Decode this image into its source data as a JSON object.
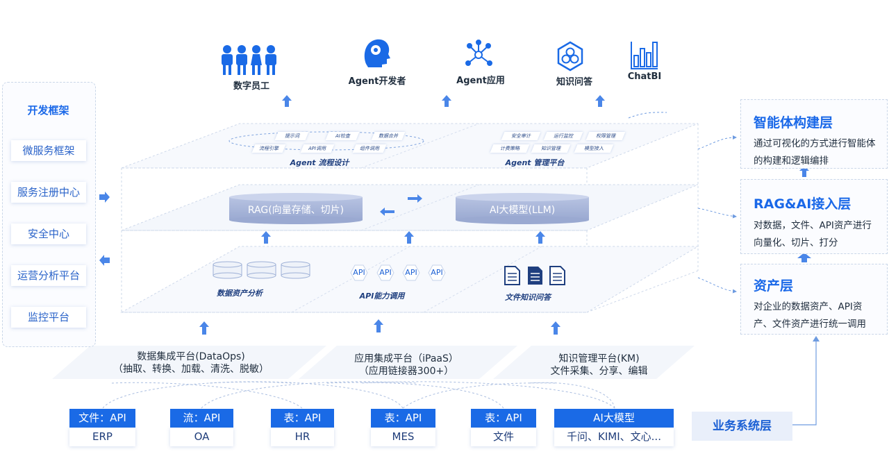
{
  "top_outputs": [
    {
      "label": "数字员工",
      "icon": "digital-employee-icon"
    },
    {
      "label": "Agent开发者",
      "icon": "developer-head-icon"
    },
    {
      "label": "Agent应用",
      "icon": "network-nodes-icon"
    },
    {
      "label": "知识问答",
      "icon": "knowledge-hex-icon"
    },
    {
      "label": "ChatBI",
      "icon": "bar-chart-icon"
    }
  ],
  "left_panel": {
    "title": "开发框架",
    "items": [
      "微服务框架",
      "服务注册中心",
      "安全中心",
      "运营分析平台",
      "监控平台"
    ]
  },
  "agent_flow": {
    "title": "Agent 流程设计",
    "tags": [
      "提示词",
      "AI检查",
      "数据合并",
      "流程引擎",
      "API调用",
      "组件调用"
    ]
  },
  "agent_mgmt": {
    "title": "Agent 管理平台",
    "tags": [
      "安全审计",
      "运行监控",
      "权限管理",
      "计费策略",
      "知识管理",
      "模型接入"
    ]
  },
  "rag_layer": {
    "rag_cylinder": "RAG(向量存储、切片)",
    "llm_cylinder": "AI大模型(LLM)"
  },
  "asset_layer": {
    "data_title": "数据资产分析",
    "api_title": "API能力调用",
    "api_items": [
      "API",
      "API",
      "API",
      "API"
    ],
    "doc_title": "文件知识问答"
  },
  "platforms": [
    {
      "line1": "数据集成平台(DataOps)",
      "line2": "（抽取、转换、加载、清洗、脱敏）"
    },
    {
      "line1": "应用集成平台（iPaaS）",
      "line2": "（应用链接器300+）"
    },
    {
      "line1": "知识管理平台(KM)",
      "line2": "文件采集、分享、编辑"
    }
  ],
  "sources": [
    {
      "type": "文件：API",
      "name": "ERP"
    },
    {
      "type": "流：API",
      "name": "OA"
    },
    {
      "type": "表：API",
      "name": "HR"
    },
    {
      "type": "表：API",
      "name": "MES"
    },
    {
      "type": "表：API",
      "name": "文件"
    },
    {
      "type": "AI大模型",
      "name": "千问、KIMI、文心..."
    }
  ],
  "business_layer": "业务系统层",
  "right_layers": [
    {
      "title": "智能体构建层",
      "desc": "通过可视化的方式进行智能体的构建和逻辑编排"
    },
    {
      "title": "RAG&AI接入层",
      "desc": "对数据，文件、API资产进行向量化、切片、打分"
    },
    {
      "title": "资产层",
      "desc": "对企业的数据资产、API资产、文件资产进行统一调用"
    }
  ],
  "colors": {
    "accent": "#1a6ae6",
    "arrow": "#4a86e8",
    "cylinder": "#a9b7d9"
  }
}
